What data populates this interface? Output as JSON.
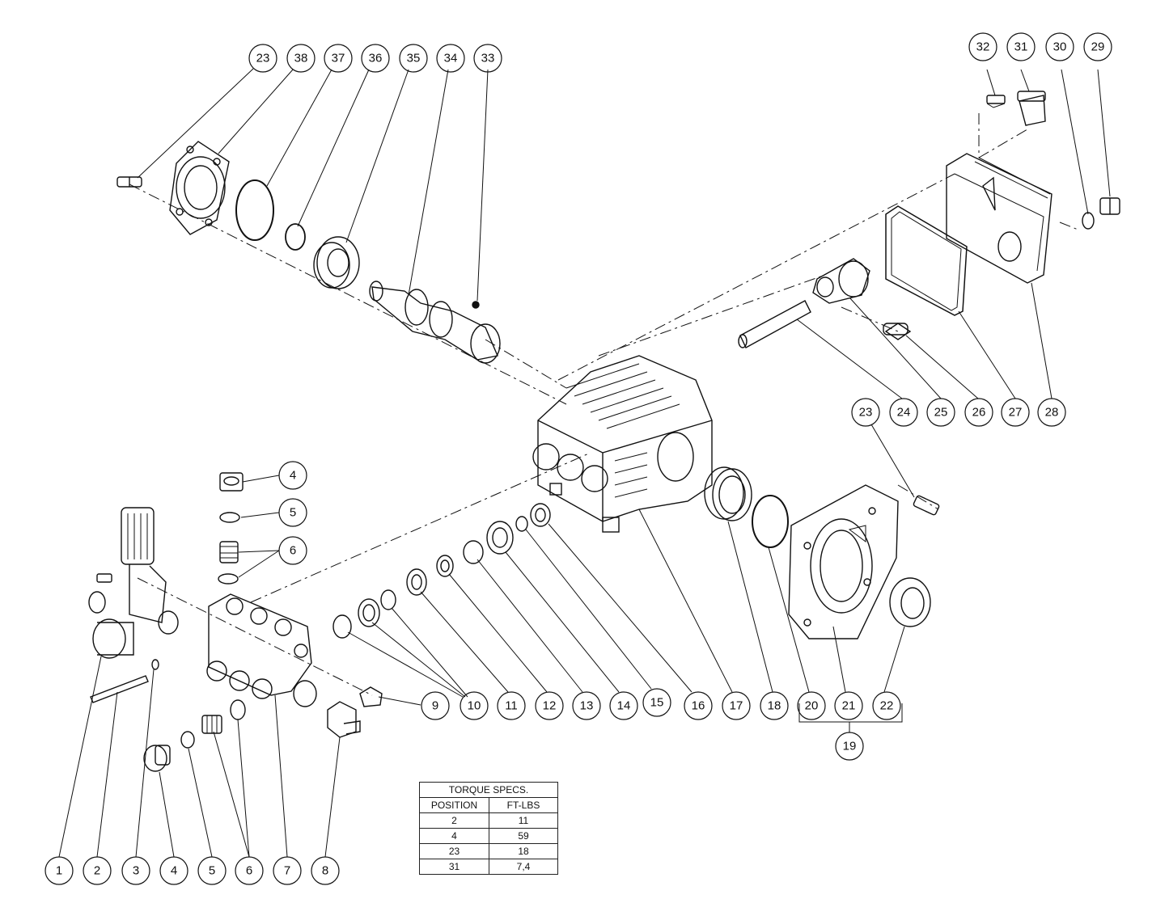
{
  "torque_table": {
    "title": "TORQUE SPECS.",
    "headers": [
      "POSITION",
      "FT-LBS"
    ],
    "rows": [
      [
        "2",
        "11"
      ],
      [
        "4",
        "59"
      ],
      [
        "23",
        "18"
      ],
      [
        "31",
        "7,4"
      ]
    ]
  },
  "callouts": {
    "c23a": "23",
    "c38": "38",
    "c37": "37",
    "c36": "36",
    "c35": "35",
    "c34": "34",
    "c33": "33",
    "c32": "32",
    "c31": "31",
    "c30": "30",
    "c29": "29",
    "c23b": "23",
    "c24": "24",
    "c25": "25",
    "c26": "26",
    "c27": "27",
    "c28": "28",
    "c4a": "4",
    "c5a": "5",
    "c6a": "6",
    "c9": "9",
    "c10a": "10",
    "c11": "11",
    "c12": "12",
    "c13": "13",
    "c14": "14",
    "c15": "15",
    "c16": "16",
    "c17": "17",
    "c18": "18",
    "c20": "20",
    "c21": "21",
    "c22": "22",
    "c19": "19",
    "c1": "1",
    "c2": "2",
    "c3": "3",
    "c4b": "4",
    "c5b": "5",
    "c6b": "6",
    "c7": "7",
    "c8": "8"
  }
}
